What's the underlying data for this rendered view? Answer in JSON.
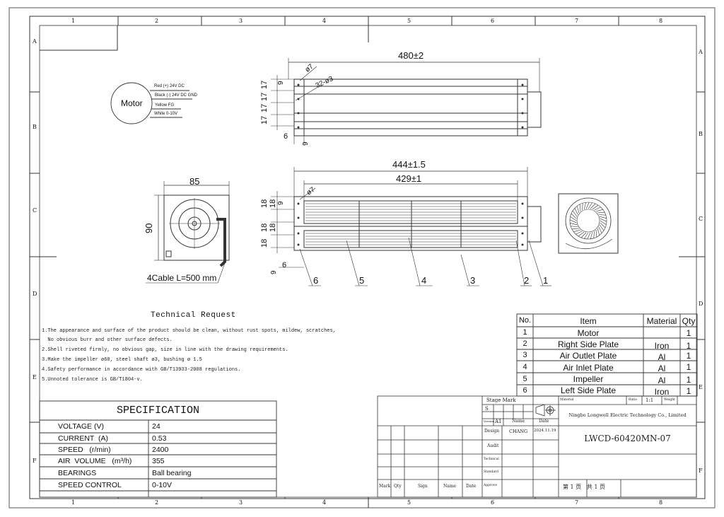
{
  "grid": {
    "columns": [
      "1",
      "2",
      "3",
      "4",
      "5",
      "6",
      "7",
      "8"
    ],
    "rows": [
      "A",
      "B",
      "C",
      "D",
      "E",
      "F"
    ]
  },
  "motor_wiring": {
    "label": "Motor",
    "wires": [
      "Red (+) 24V DC",
      "Black (-) 24V DC GND",
      "Yellow FG",
      "White 0-10V"
    ]
  },
  "top_view": {
    "length": "480±2",
    "hole_dia": "ø7",
    "holes": "32-ø3",
    "pitch": [
      "17",
      "17",
      "17",
      "17",
      "9"
    ],
    "edge_a": "6",
    "edge_b": "9"
  },
  "front_view": {
    "overall": "444±1.5",
    "inner": "429±1",
    "hole_dia": "ø7",
    "pitch": [
      "18",
      "18",
      "18",
      "18",
      "18",
      "9"
    ],
    "edge_a": "9",
    "edge_b": "6",
    "balloons": [
      "6",
      "5",
      "4",
      "3",
      "2",
      "1"
    ]
  },
  "side_view": {
    "width": "85",
    "height": "90",
    "cable_note": "4Cable L=500 mm"
  },
  "technical_request": {
    "title": "Technical Request",
    "lines": [
      "1.The appearance and surface of the product should be clean, without rust spots, mildew, scratches,",
      "  No obvious burr and other surface defects.",
      "2.Shell riveted firmly, no obvious gap, size in line with the drawing requirements.",
      "3.Make the impeller ø60, steel shaft ø3, bushing ø 1.5",
      "4.Safety performance in accordance with GB/T13933-2008 regulations.",
      "5.Unnoted tolerance is GB/T1804-v."
    ]
  },
  "bom": {
    "headers": [
      "No.",
      "Item",
      "Material",
      "Qty"
    ],
    "rows": [
      [
        "1",
        "Motor",
        "",
        "1"
      ],
      [
        "2",
        "Right Side Plate",
        "Iron",
        "1"
      ],
      [
        "3",
        "Air Outlet Plate",
        "Al",
        "1"
      ],
      [
        "4",
        "Air Inlet Plate",
        "Al",
        "1"
      ],
      [
        "5",
        "Impeller",
        "Al",
        "1"
      ],
      [
        "6",
        "Left Side Plate",
        "Iron",
        "1"
      ]
    ]
  },
  "specification": {
    "title": "SPECIFICATION",
    "rows": [
      {
        "label": "VOLTAGE (V)",
        "value": "24"
      },
      {
        "label": "CURRENT  (A)",
        "value": "0.53"
      },
      {
        "label": "SPEED   (r/min)",
        "value": "2400"
      },
      {
        "label": "AIR  VOLUME   (m³/h)",
        "value": "355"
      },
      {
        "label": "BEARINGS",
        "value": "Ball bearing"
      },
      {
        "label": "SPEED CONTROL",
        "value": "0-10V"
      }
    ]
  },
  "title_block": {
    "stage_mark": "Stage Mark",
    "stage_s": "S",
    "version_label": "Version",
    "version": "A1",
    "name_label": "Name",
    "date_label": "Date",
    "design_label": "Design",
    "designer": "CHANG",
    "design_date": "2024.11.19",
    "audit_label": "Audit",
    "technical_label": "Technical",
    "standard_label": "Standard",
    "approve_label": "Approve",
    "mark_label": "Mark",
    "qty_label": "Qty",
    "sign_label": "Sign",
    "col_name_label": "Name",
    "col_date_label": "Date",
    "material_label": "Material",
    "ratio_label": "Ratio",
    "ratio": "1:1",
    "weight_label": "Weight",
    "company": "Ningbo Longwell Electric Technology  Co., Limited",
    "drawing_no": "LWCD-60420MN-07",
    "sheet": "第 1 页   共 1 页"
  }
}
